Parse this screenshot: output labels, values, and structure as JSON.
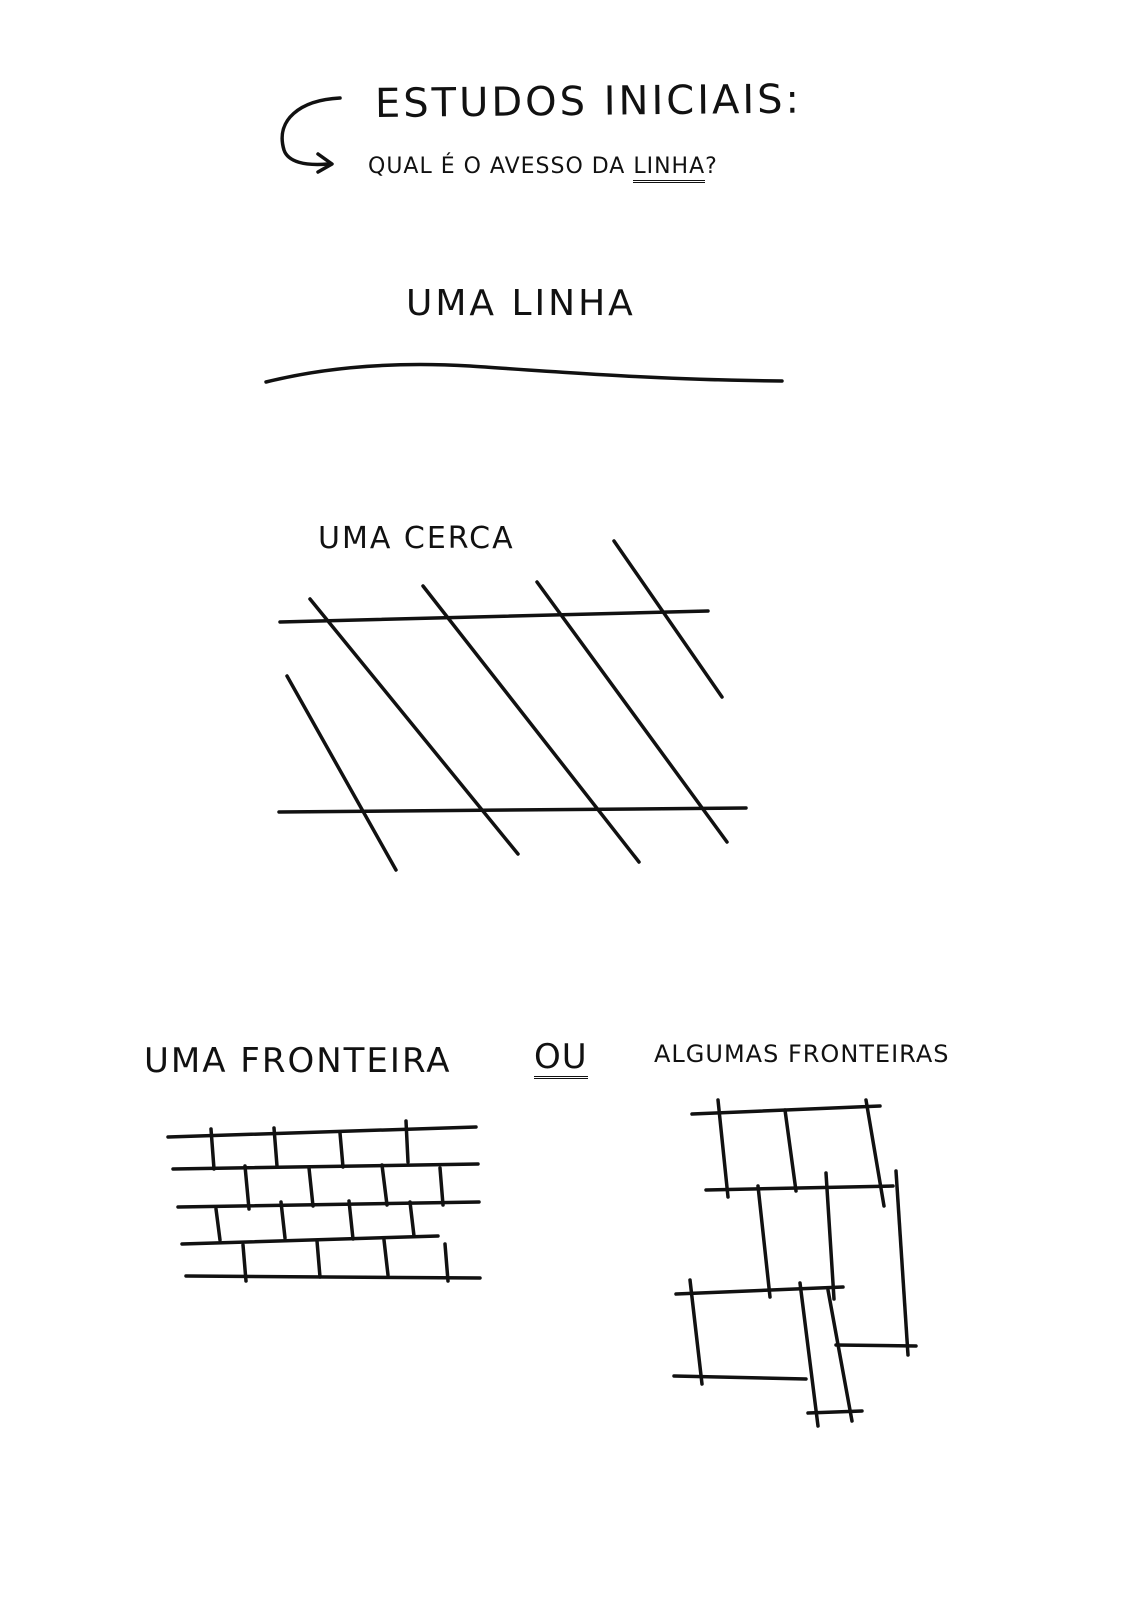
{
  "header": {
    "title": "ESTUDOS INICIAIS:",
    "question_prefix": "QUAL É O AVESSO DA ",
    "question_emphasis": "LINHA",
    "question_suffix": "?"
  },
  "sections": {
    "line": {
      "label": "UMA LINHA"
    },
    "fence": {
      "label": "UMA CERCA"
    },
    "border": {
      "label": "UMA FRONTEIRA"
    },
    "or": {
      "label": "OU"
    },
    "borders": {
      "label": "ALGUMAS FRONTEIRAS"
    }
  },
  "colors": {
    "ink": "#111111",
    "paper": "#ffffff"
  }
}
